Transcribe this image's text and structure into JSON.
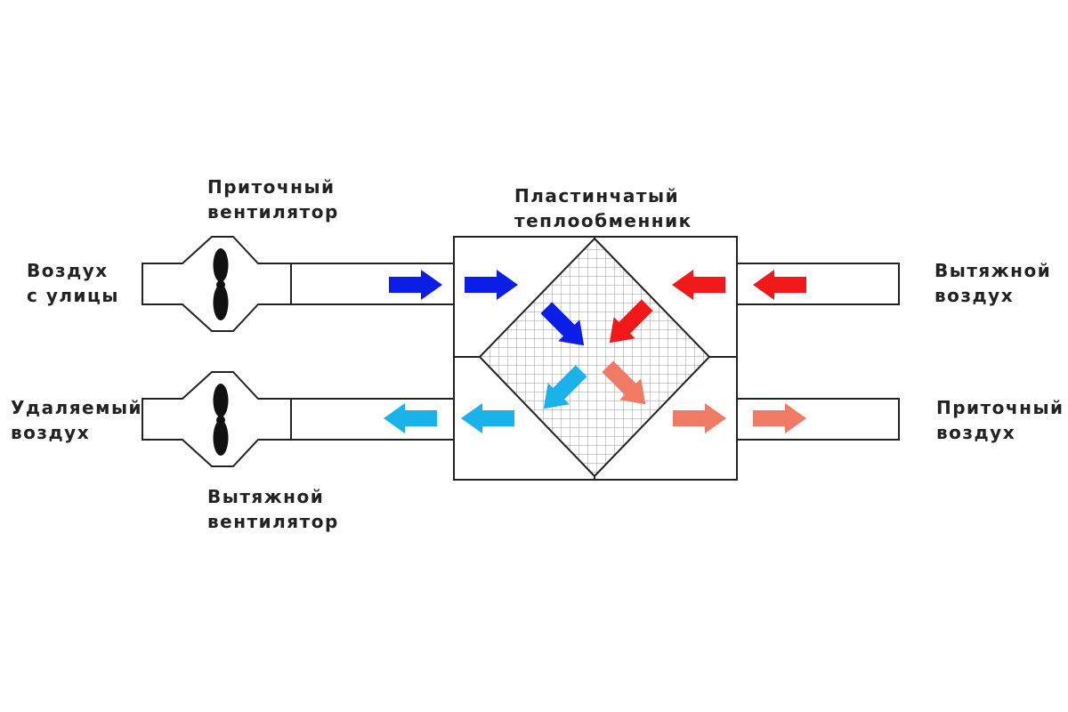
{
  "labels": {
    "outdoor_air": [
      "Воздух",
      "с улицы"
    ],
    "exhaust_air_removed": [
      "Удаляемый",
      "воздух"
    ],
    "supply_fan": [
      "Приточный",
      "вентилятор"
    ],
    "exhaust_fan": [
      "Вытяжной",
      "вентилятор"
    ],
    "heat_exchanger": [
      "Пластинчатый",
      "теплообменник"
    ],
    "extract_air": [
      "Вытяжной",
      "воздух"
    ],
    "supply_air": [
      "Приточный",
      "воздух"
    ]
  },
  "colors": {
    "cold_dark": "#0a1ee6",
    "cold_light": "#1ab2ea",
    "warm_dark": "#f01818",
    "warm_light": "#f07a64",
    "line": "#222222",
    "fan": "#111111",
    "grid": "#9a9a9a"
  }
}
